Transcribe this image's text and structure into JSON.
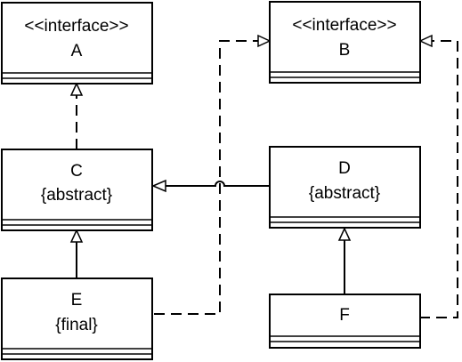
{
  "classes": {
    "A": {
      "stereotype": "<<interface>>",
      "name": "A"
    },
    "B": {
      "stereotype": "<<interface>>",
      "name": "B"
    },
    "C": {
      "name": "C",
      "modifier": "{abstract}"
    },
    "D": {
      "name": "D",
      "modifier": "{abstract}"
    },
    "E": {
      "name": "E",
      "modifier": "{final}"
    },
    "F": {
      "name": "F"
    }
  },
  "relations": [
    {
      "from": "C",
      "to": "A",
      "kind": "realization"
    },
    {
      "from": "D",
      "to": "C",
      "kind": "generalization"
    },
    {
      "from": "E",
      "to": "C",
      "kind": "generalization"
    },
    {
      "from": "E",
      "to": "B",
      "kind": "realization"
    },
    {
      "from": "F",
      "to": "D",
      "kind": "generalization"
    },
    {
      "from": "F",
      "to": "B",
      "kind": "realization"
    }
  ],
  "colors": {
    "line": "#000000",
    "fill": "#ffffff"
  }
}
